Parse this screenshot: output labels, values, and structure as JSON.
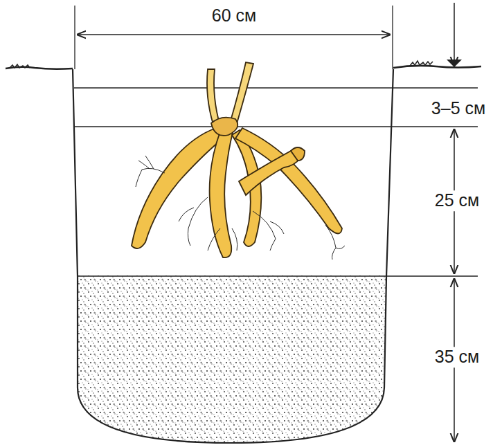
{
  "diagram": {
    "labels": [
      "60 см",
      "3–5 см",
      "25 см",
      "35 см"
    ]
  }
}
